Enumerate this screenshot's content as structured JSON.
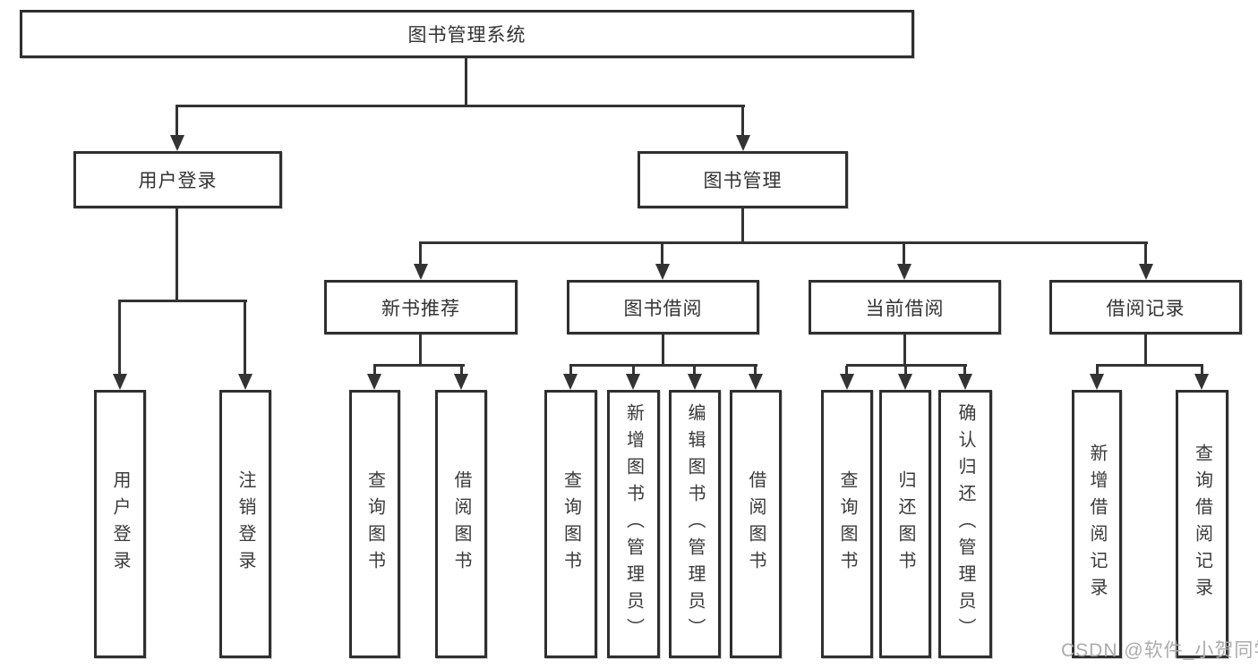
{
  "tree": {
    "root": {
      "label": "图书管理系统"
    },
    "branches": [
      {
        "label": "用户登录",
        "children": [
          {
            "label": "用户登录"
          },
          {
            "label": "注销登录"
          }
        ]
      },
      {
        "label": "图书管理",
        "sections": [
          {
            "label": "新书推荐",
            "children": [
              {
                "label": "查询图书"
              },
              {
                "label": "借阅图书"
              }
            ]
          },
          {
            "label": "图书借阅",
            "children": [
              {
                "label": "查询图书"
              },
              {
                "label": "新增图书（管理员）"
              },
              {
                "label": "编辑图书（管理员）"
              },
              {
                "label": "借阅图书"
              }
            ]
          },
          {
            "label": "当前借阅",
            "children": [
              {
                "label": "查询图书"
              },
              {
                "label": "归还图书"
              },
              {
                "label": "确认归还（管理员）"
              }
            ]
          },
          {
            "label": "借阅记录",
            "children": [
              {
                "label": "新增借阅记录"
              },
              {
                "label": "查询借阅记录"
              }
            ]
          }
        ]
      }
    ]
  },
  "watermark": {
    "text": "CSDN @软件_小贺同学"
  },
  "colors": {
    "line": "#333333",
    "box_border": "#2f2f2f",
    "text": "#333333",
    "background": "#ffffff",
    "watermark": "#ababab"
  }
}
